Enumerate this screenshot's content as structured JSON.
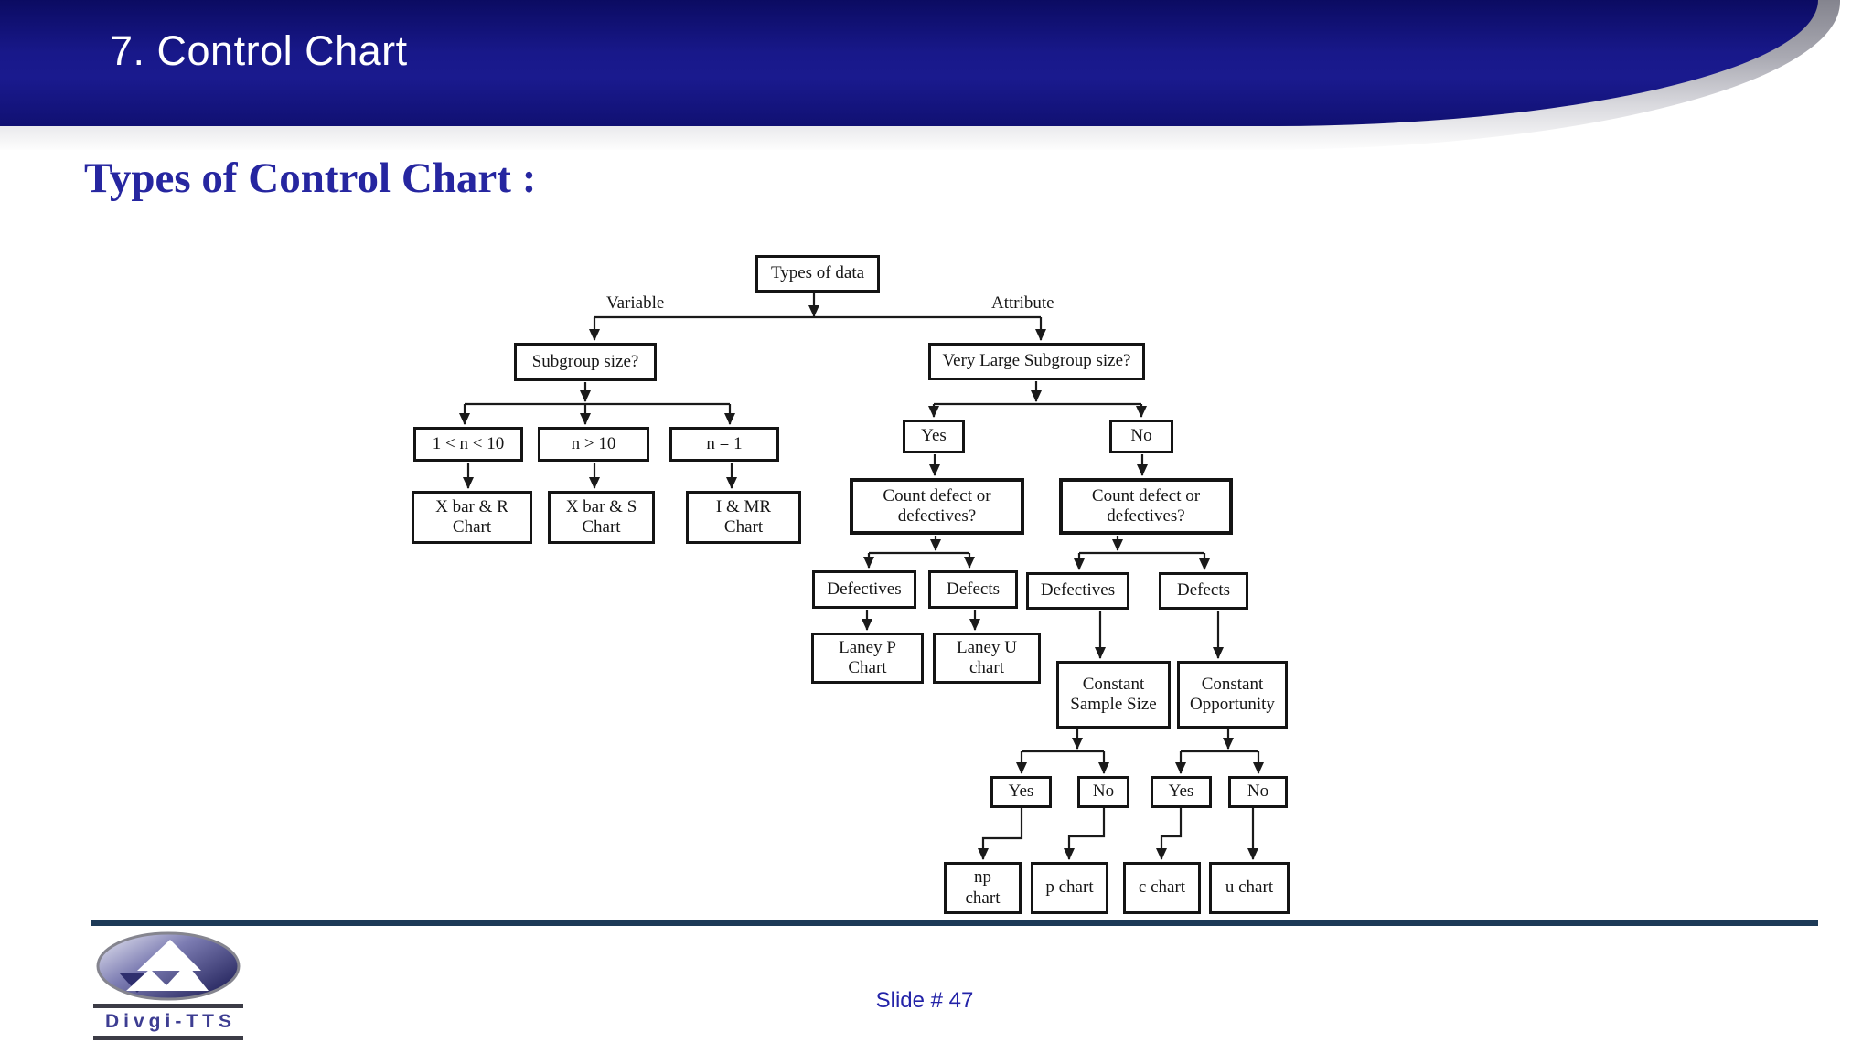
{
  "header": {
    "title": "7. Control Chart"
  },
  "page": {
    "title": "Types of Control Chart :"
  },
  "flowchart": {
    "branch_labels": {
      "left": "Variable",
      "right": "Attribute"
    },
    "nodes": {
      "types_of_data": "Types of data",
      "subgroup_size": "Subgroup size?",
      "very_large": "Very Large Subgroup size?",
      "n_between": "1 < n < 10",
      "n_gt10": "n > 10",
      "n_eq1": "n = 1",
      "xbar_r": "X bar & R\nChart",
      "xbar_s": "X bar & S\nChart",
      "i_mr": "I & MR\nChart",
      "yes_large": "Yes",
      "no_large": "No",
      "count_left": "Count defect or\ndefectives?",
      "count_right": "Count defect or\ndefectives?",
      "defectives_left": "Defectives",
      "defects_left": "Defects",
      "defectives_right": "Defectives",
      "defects_right": "Defects",
      "laney_p": "Laney P\nChart",
      "laney_u": "Laney U\nchart",
      "constant_sample_size": "Constant\nSample Size",
      "constant_opportunity": "Constant\nOpportunity",
      "yes_css": "Yes",
      "no_css": "No",
      "yes_co": "Yes",
      "no_co": "No",
      "np_chart": "np\nchart",
      "p_chart": "p chart",
      "c_chart": "c chart",
      "u_chart": "u chart"
    },
    "edges": [
      [
        "types_of_data",
        "subgroup_size"
      ],
      [
        "types_of_data",
        "very_large"
      ],
      [
        "subgroup_size",
        "n_between"
      ],
      [
        "subgroup_size",
        "n_gt10"
      ],
      [
        "subgroup_size",
        "n_eq1"
      ],
      [
        "n_between",
        "xbar_r"
      ],
      [
        "n_gt10",
        "xbar_s"
      ],
      [
        "n_eq1",
        "i_mr"
      ],
      [
        "very_large",
        "yes_large"
      ],
      [
        "very_large",
        "no_large"
      ],
      [
        "yes_large",
        "count_left"
      ],
      [
        "no_large",
        "count_right"
      ],
      [
        "count_left",
        "defectives_left"
      ],
      [
        "count_left",
        "defects_left"
      ],
      [
        "count_right",
        "defectives_right"
      ],
      [
        "count_right",
        "defects_right"
      ],
      [
        "defectives_left",
        "laney_p"
      ],
      [
        "defects_left",
        "laney_u"
      ],
      [
        "defectives_right",
        "constant_sample_size"
      ],
      [
        "defects_right",
        "constant_opportunity"
      ],
      [
        "constant_sample_size",
        "yes_css"
      ],
      [
        "constant_sample_size",
        "no_css"
      ],
      [
        "constant_opportunity",
        "yes_co"
      ],
      [
        "constant_opportunity",
        "no_co"
      ],
      [
        "yes_css",
        "np_chart"
      ],
      [
        "no_css",
        "p_chart"
      ],
      [
        "yes_co",
        "c_chart"
      ],
      [
        "no_co",
        "u_chart"
      ]
    ]
  },
  "footer": {
    "slide_number": "Slide # 47",
    "logo_text": "Divgi-TTS"
  },
  "colors": {
    "header_navy": "#18188a",
    "title_blue": "#2626a0",
    "diagram_ink": "#161616",
    "footer_line_navy": "#1d3a57",
    "slide_number_blue": "#2323a8",
    "logo_navy": "#2e2e6e"
  }
}
